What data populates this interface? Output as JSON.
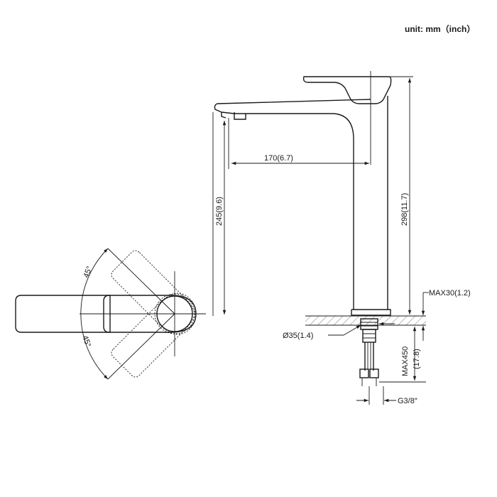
{
  "unit_label": "unit: mm（inch）",
  "dimensions": {
    "spout_reach": "170(6.7)",
    "spout_height": "245(9.6)",
    "total_height": "298(11.7)",
    "max_deck_thickness": "MAX30(1.2)",
    "hole_diameter": "Ø35(1.4)",
    "hose_length_mm": "MAX450",
    "hose_length_in": "(17.8)",
    "thread": "G3/8″"
  },
  "angles": {
    "upper": "45°",
    "lower": "45°"
  }
}
